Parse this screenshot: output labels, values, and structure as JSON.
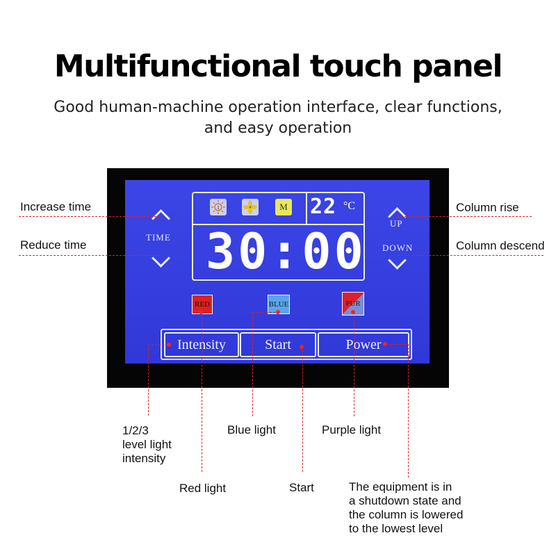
{
  "header": {
    "title": "Multifunctional touch panel",
    "subtitle_line1": "Good human-machine operation interface, clear functions,",
    "subtitle_line2": "and easy operation"
  },
  "panel": {
    "time_label": "TIME",
    "up_label": "UP",
    "down_label": "DOWN",
    "temperature": "22",
    "temperature_unit": "°C",
    "mode_m": "M",
    "timer": "30:00",
    "lights": {
      "red": "RED",
      "blue": "BLUE",
      "purple": "PUR"
    },
    "buttons": {
      "intensity": "Intensity",
      "start": "Start",
      "power": "Power"
    },
    "icons": [
      "sun-icon",
      "fan-icon",
      "m-mode-icon"
    ]
  },
  "annotations": {
    "increase_time": "Increase time",
    "reduce_time": "Reduce time",
    "column_rise": "Column rise",
    "column_descend": "Column descend",
    "intensity_desc": [
      "1/2/3",
      "level light",
      "intensity"
    ],
    "red_light": "Red light",
    "blue_light": "Blue light",
    "start": "Start",
    "purple_light": "Purple light",
    "power_desc": [
      "The equipment is in",
      "a shutdown state and",
      "the column is lowered",
      "to the lowest level"
    ]
  },
  "colors": {
    "screen": "#3038d8",
    "bezel": "#050505",
    "leader": "#dd2222",
    "red_light": "#d8231f",
    "blue_light": "#5aa6e6",
    "m_icon": "#e9e85a"
  }
}
